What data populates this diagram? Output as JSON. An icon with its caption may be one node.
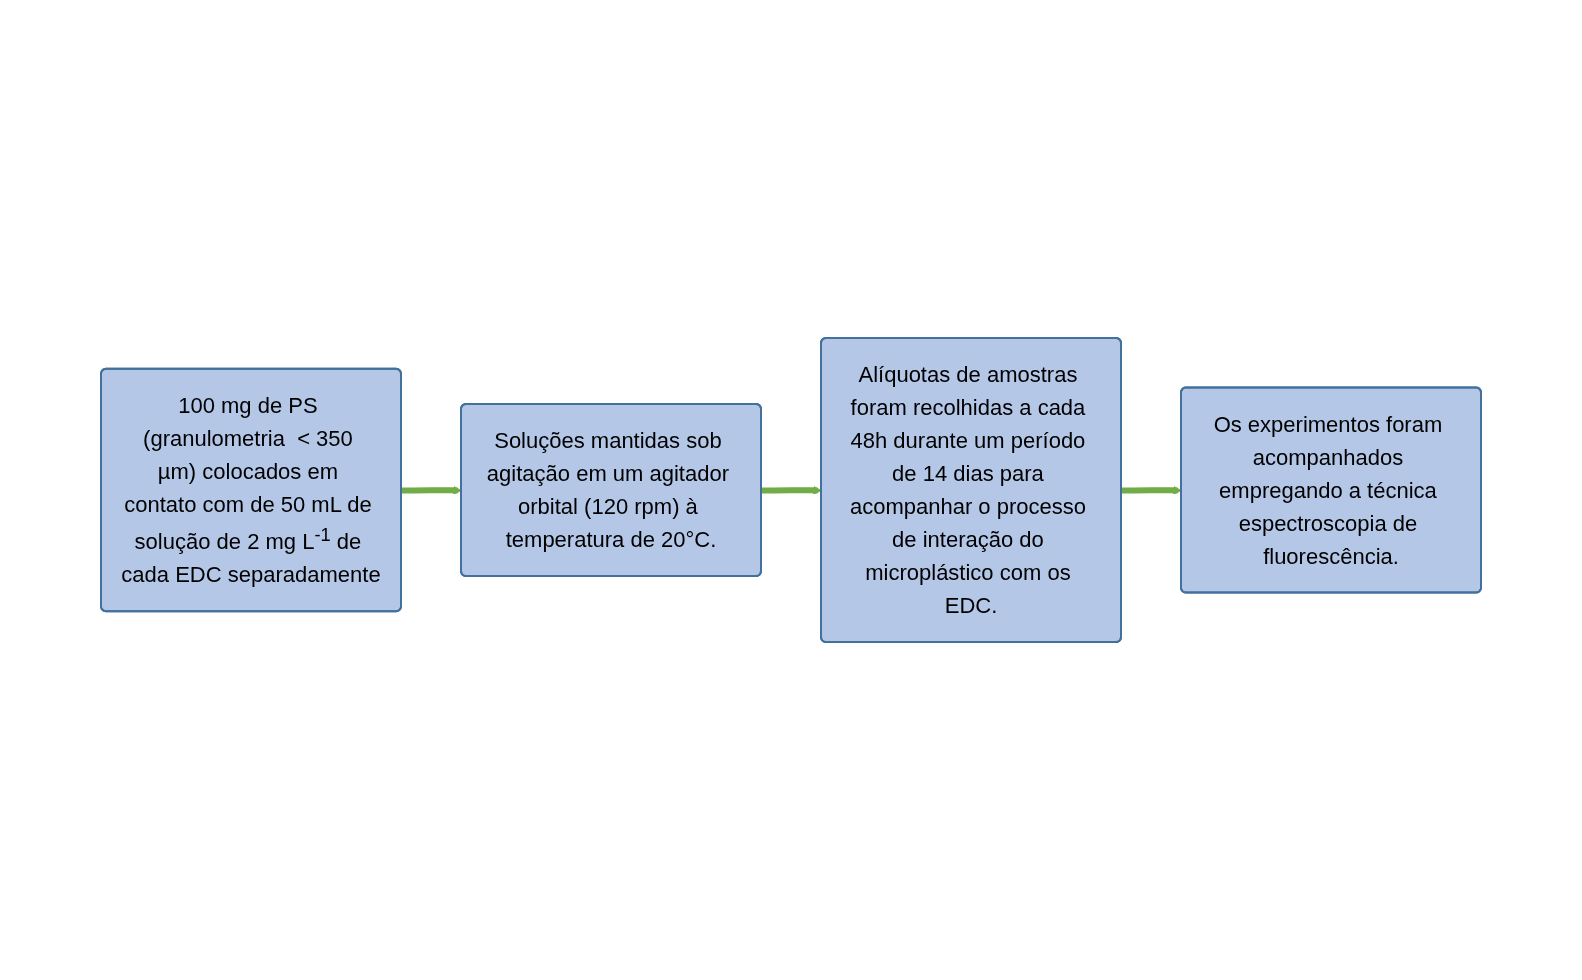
{
  "diagram": {
    "nodes": [
      {
        "text": [
          "100 mg de PS (granulometria  < 350 µm) colocados em contato com de 50 mL de solução de 2 mg L$^{-1}$ de cada EDC separadamente"
        ]
      },
      {
        "text": [
          "Soluções mantidas sob agitação em um agitador orbital (120 rpm) à temperatura de 20°C."
        ]
      },
      {
        "text": [
          "Alíquotas de amostras foram recolhidas a cada 48h durante um período de 14 dias para acompanhar o processo de interação do microplástico com os EDC."
        ]
      },
      {
        "text": [
          "Os experimentos foram acompanhados empregando a técnica espectroscopia de fluorescência."
        ]
      }
    ],
    "edges": [
      {
        "from": 0,
        "to": 1,
        "arrow": "to"
      },
      {
        "from": 1,
        "to": 2,
        "arrow": "to"
      },
      {
        "from": 2,
        "to": 3,
        "arrow": "to"
      }
    ]
  }
}
